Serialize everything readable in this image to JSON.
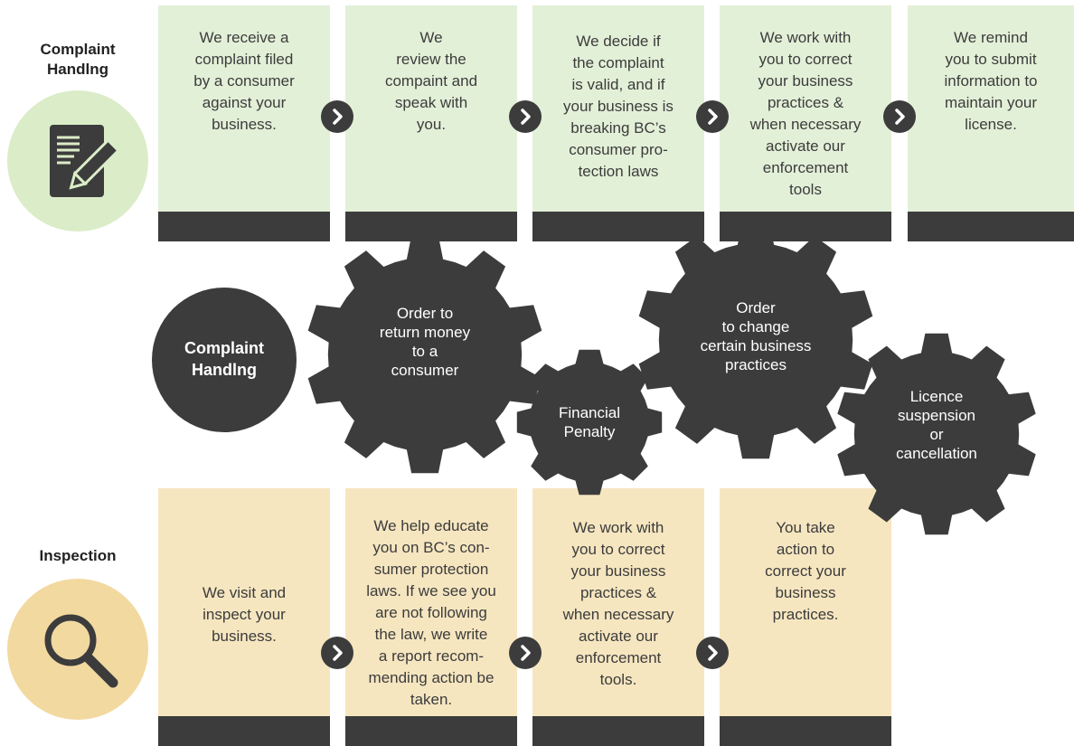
{
  "complaint": {
    "label": "Complaint\nHandlng",
    "icon": "document-pen-icon",
    "steps": [
      "We receive a\ncomplaint filed\nby a consumer\nagainst your\nbusiness.",
      "We\nreview the\ncompaint and\nspeak with\nyou.",
      "We decide if\nthe complaint\nis valid, and if\nyour business is\nbreaking BC’s\nconsumer pro-\ntection laws",
      "We work with\nyou to correct\nyour business\npractices &\nwhen necessary\nactivate our\nenforcement\ntools",
      "We remind\nyou to submit\ninformation to\nmaintain your\nlicense."
    ]
  },
  "inspection": {
    "label": "Inspection",
    "icon": "magnifier-icon",
    "steps": [
      "We visit and\ninspect your\nbusiness.",
      "We help educate\nyou on BC’s con-\nsumer protection\nlaws. If we see you\nare not following\nthe law, we write\na report recom-\nmending action be\ntaken.",
      "We work with\nyou to correct\nyour business\npractices &\nwhen necessary\nactivate our\nenforcement\ntools.",
      "You take\naction to\ncorrect your\nbusiness\npractices."
    ]
  },
  "hub": {
    "label": "Complaint\nHandlng"
  },
  "gears": [
    {
      "label": "Order to\nreturn money\nto a\nconsumer"
    },
    {
      "label": "Financial\nPenalty"
    },
    {
      "label": "Order\nto change\ncertain business\npractices"
    },
    {
      "label": "Licence\nsuspension\nor\ncancellation"
    }
  ],
  "colors": {
    "dark": "#3c3c3c",
    "green_card": "#e3f0d8",
    "yellow_card": "#f6e6c0",
    "green_circle": "#dbecc8",
    "yellow_circle": "#f2d9a0"
  },
  "arrow_icon": "chevron-right-icon"
}
